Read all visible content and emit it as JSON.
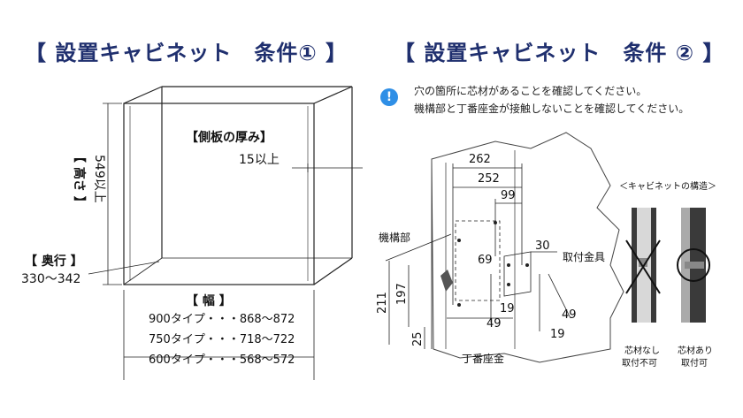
{
  "titles": {
    "left": "【 設置キャビネット　条件① 】",
    "right": "【 設置キャビネット　条件 ② 】"
  },
  "notes": {
    "line1": "穴の箇所に芯材があることを確認してください。",
    "line2": "機構部と丁番座金が接触しないことを確認してください。"
  },
  "info_icon": "!",
  "left_diagram": {
    "side_label": "【側板の厚み】",
    "side_value": "15以上",
    "height_label": "【 高さ 】",
    "height_value": "549以上",
    "depth_label": "【 奥行 】",
    "depth_value": "330～342",
    "width_label": "【 幅 】",
    "widths": [
      "900タイプ・・・868～872",
      "750タイプ・・・718～722",
      "600タイプ・・・568～572"
    ]
  },
  "right_diagram": {
    "dims": {
      "d262": "262",
      "d252": "252",
      "d99": "99",
      "d30": "30",
      "d69": "69",
      "d19a": "19",
      "d19b": "19",
      "d49a": "49",
      "d49b": "49",
      "d211": "211",
      "d197": "197",
      "d25": "25"
    },
    "mechanism_label": "機構部",
    "bracket_label": "取付金具",
    "hinge_label": "丁番座金",
    "structure_title": "＜キャビネットの構造＞",
    "no_core_line1": "芯材なし",
    "no_core_line2": "取付不可",
    "core_line1": "芯材あり",
    "core_line2": "取付可"
  },
  "colors": {
    "title": "#1f2f6e",
    "info": "#2f8fe6"
  }
}
